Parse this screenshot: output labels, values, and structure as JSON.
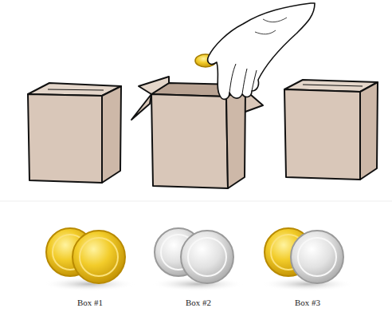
{
  "diagram": {
    "labels": [
      "Box #1",
      "Box #2",
      "Box #3"
    ]
  }
}
